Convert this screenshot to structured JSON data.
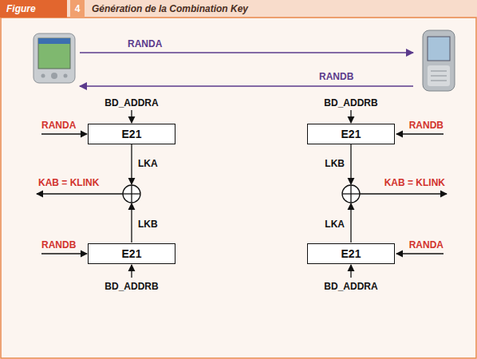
{
  "diagram": {
    "title": "Génération de la Combination Key",
    "nodes": [
      {
        "text": [
          "E21"
        ]
      },
      {
        "text": [
          "E21"
        ]
      },
      {
        "text": [
          "E21"
        ]
      },
      {
        "text": [
          "E21"
        ]
      }
    ],
    "labels": [
      "Figure",
      "4",
      "RANDA",
      "RANDB",
      "BD_ADDRA",
      "RANDA",
      "LKA",
      "KAB = KLINK",
      "LKB",
      "RANDB",
      "BD_ADDRB",
      "BD_ADDRB",
      "RANDB",
      "LKB",
      "KAB = KLINK",
      "LKA",
      "RANDA",
      "BD_ADDRA"
    ]
  }
}
